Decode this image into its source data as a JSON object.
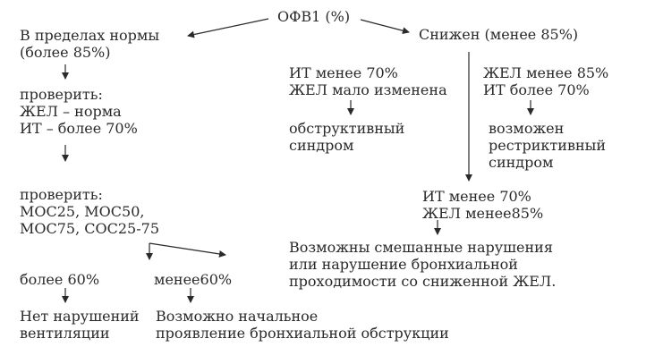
{
  "root": "ОФВ1 (%)",
  "left": {
    "norm": "В пределах нормы\n(более 85%)",
    "check1": "проверить:\nЖЕЛ – норма\nИТ – более 70%",
    "check2": "проверить:\nМОС25, МОС50,\nМОС75, СОС25-75",
    "more60": "более 60%",
    "less60": "менее60%",
    "no_violation": "Нет нарушений\nвентиляции",
    "initial_obstruction": "Возможно начальное\nпроявление бронхиальной обструкции"
  },
  "right": {
    "reduced": "Снижен (менее 85%)",
    "branch1_cond": "ИТ менее 70%\nЖЕЛ мало изменена",
    "branch1_result": "обструктивный\nсиндром",
    "branch2_cond": "ЖЕЛ менее 85%\nИТ более 70%",
    "branch2_result": "возможен\nрестриктивный\nсиндром",
    "branch3_cond": "ИТ менее 70%\nЖЕЛ менее85%",
    "branch3_result": "Возможны смешанные нарушения\nили нарушение бронхиальной\nпроходимости со сниженной ЖЕЛ."
  }
}
